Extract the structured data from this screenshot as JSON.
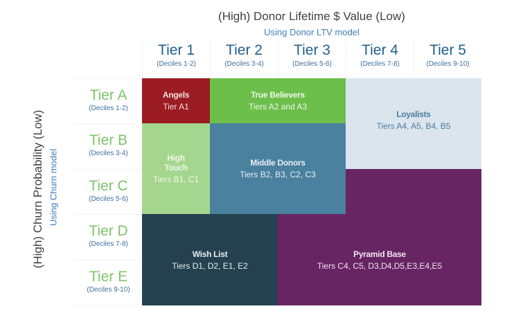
{
  "x_axis": {
    "title": "(High) Donor Lifetime $ Value (Low)",
    "subtitle": "Using Donor LTV model",
    "columns": [
      {
        "label": "Tier 1",
        "deciles": "(Deciles 1-2)"
      },
      {
        "label": "Tier 2",
        "deciles": "(Deciles 3-4)"
      },
      {
        "label": "Tier 3",
        "deciles": "(Deciles 5-6)"
      },
      {
        "label": "Tier 4",
        "deciles": "(Deciles 7-8)"
      },
      {
        "label": "Tier 5",
        "deciles": "(Deciles 9-10)"
      }
    ]
  },
  "y_axis": {
    "title": "(High)  Churn Probability (Low)",
    "subtitle": "Using Churn model",
    "rows": [
      {
        "label": "Tier A",
        "deciles": "(Deciles 1-2)"
      },
      {
        "label": "Tier B",
        "deciles": "(Deciles 3-4)"
      },
      {
        "label": "Tier C",
        "deciles": "(Deciles 5-6)"
      },
      {
        "label": "Tier D",
        "deciles": "(Deciles 7-8)"
      },
      {
        "label": "Tier E",
        "deciles": "(Deciles 9-10)"
      }
    ]
  },
  "segments": {
    "angels": {
      "name": "Angels",
      "range": "Tier A1",
      "color": "#9b1c22"
    },
    "true_believers": {
      "name": "True Believers",
      "range": "Tiers A2 and A3",
      "color": "#6cbf4b"
    },
    "loyalists": {
      "name": "Loyalists",
      "range": "Tiers A4, A5, B4, B5",
      "color": "#dae5ee"
    },
    "high_touch": {
      "name": "High Touch",
      "range": "Tiers B1, C1",
      "color": "#a5d68f"
    },
    "middle_donors": {
      "name": "Middle Donors",
      "range": "Tiers B2, B3, C2, C3",
      "color": "#4a819f"
    },
    "wish_list": {
      "name": "Wish List",
      "range": "Tiers D1, D2, E1, E2",
      "color": "#25414f"
    },
    "pyramid_base": {
      "name": "Pyramid Base",
      "range": "Tiers C4, C5, D3,D4,D5,E3,E4,E5",
      "color": "#672564"
    }
  }
}
